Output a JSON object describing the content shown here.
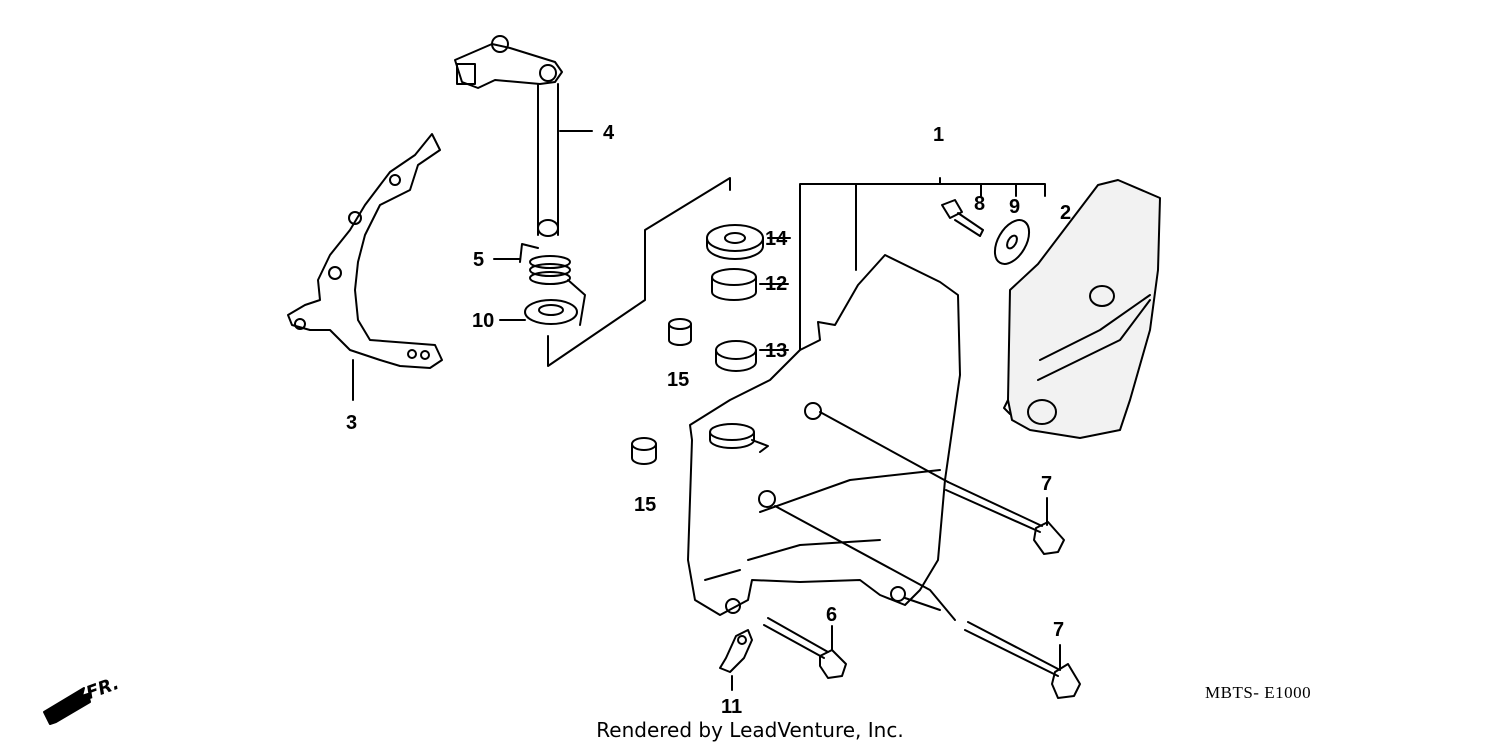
{
  "callouts": [
    "1",
    "2",
    "3",
    "4",
    "5",
    "6",
    "7",
    "7",
    "8",
    "9",
    "10",
    "11",
    "12",
    "13",
    "14",
    "15",
    "15"
  ],
  "diagram_code": "MBTS- E1000",
  "footer": "Rendered by LeadVenture, Inc.",
  "direction_label": "FR."
}
